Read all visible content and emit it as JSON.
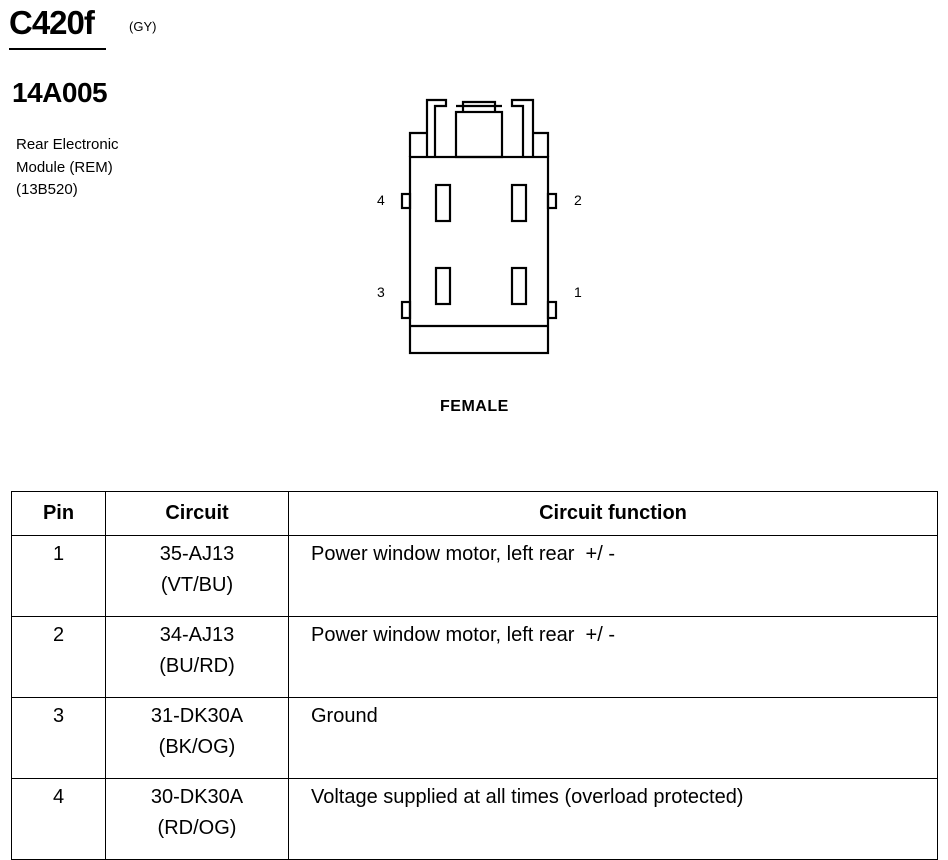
{
  "header": {
    "connector_id": "C420f",
    "connector_color": "(GY)",
    "part_number": "14A005",
    "component_lines": [
      "Rear Electronic",
      "Module (REM)",
      "(13B520)"
    ]
  },
  "diagram": {
    "pin_labels": {
      "pin1": "1",
      "pin2": "2",
      "pin3": "3",
      "pin4": "4"
    },
    "view_label": "FEMALE"
  },
  "table": {
    "headers": {
      "pin": "Pin",
      "circuit": "Circuit",
      "function": "Circuit function"
    },
    "rows": [
      {
        "pin": "1",
        "circuit": "35-AJ13",
        "color": "(VT/BU)",
        "function": "Power window motor, left rear  +/ -"
      },
      {
        "pin": "2",
        "circuit": "34-AJ13",
        "color": "(BU/RD)",
        "function": "Power window motor, left rear  +/ -"
      },
      {
        "pin": "3",
        "circuit": "31-DK30A",
        "color": "(BK/OG)",
        "function": "Ground"
      },
      {
        "pin": "4",
        "circuit": "30-DK30A",
        "color": "(RD/OG)",
        "function": "Voltage supplied at all times (overload protected)"
      }
    ]
  }
}
